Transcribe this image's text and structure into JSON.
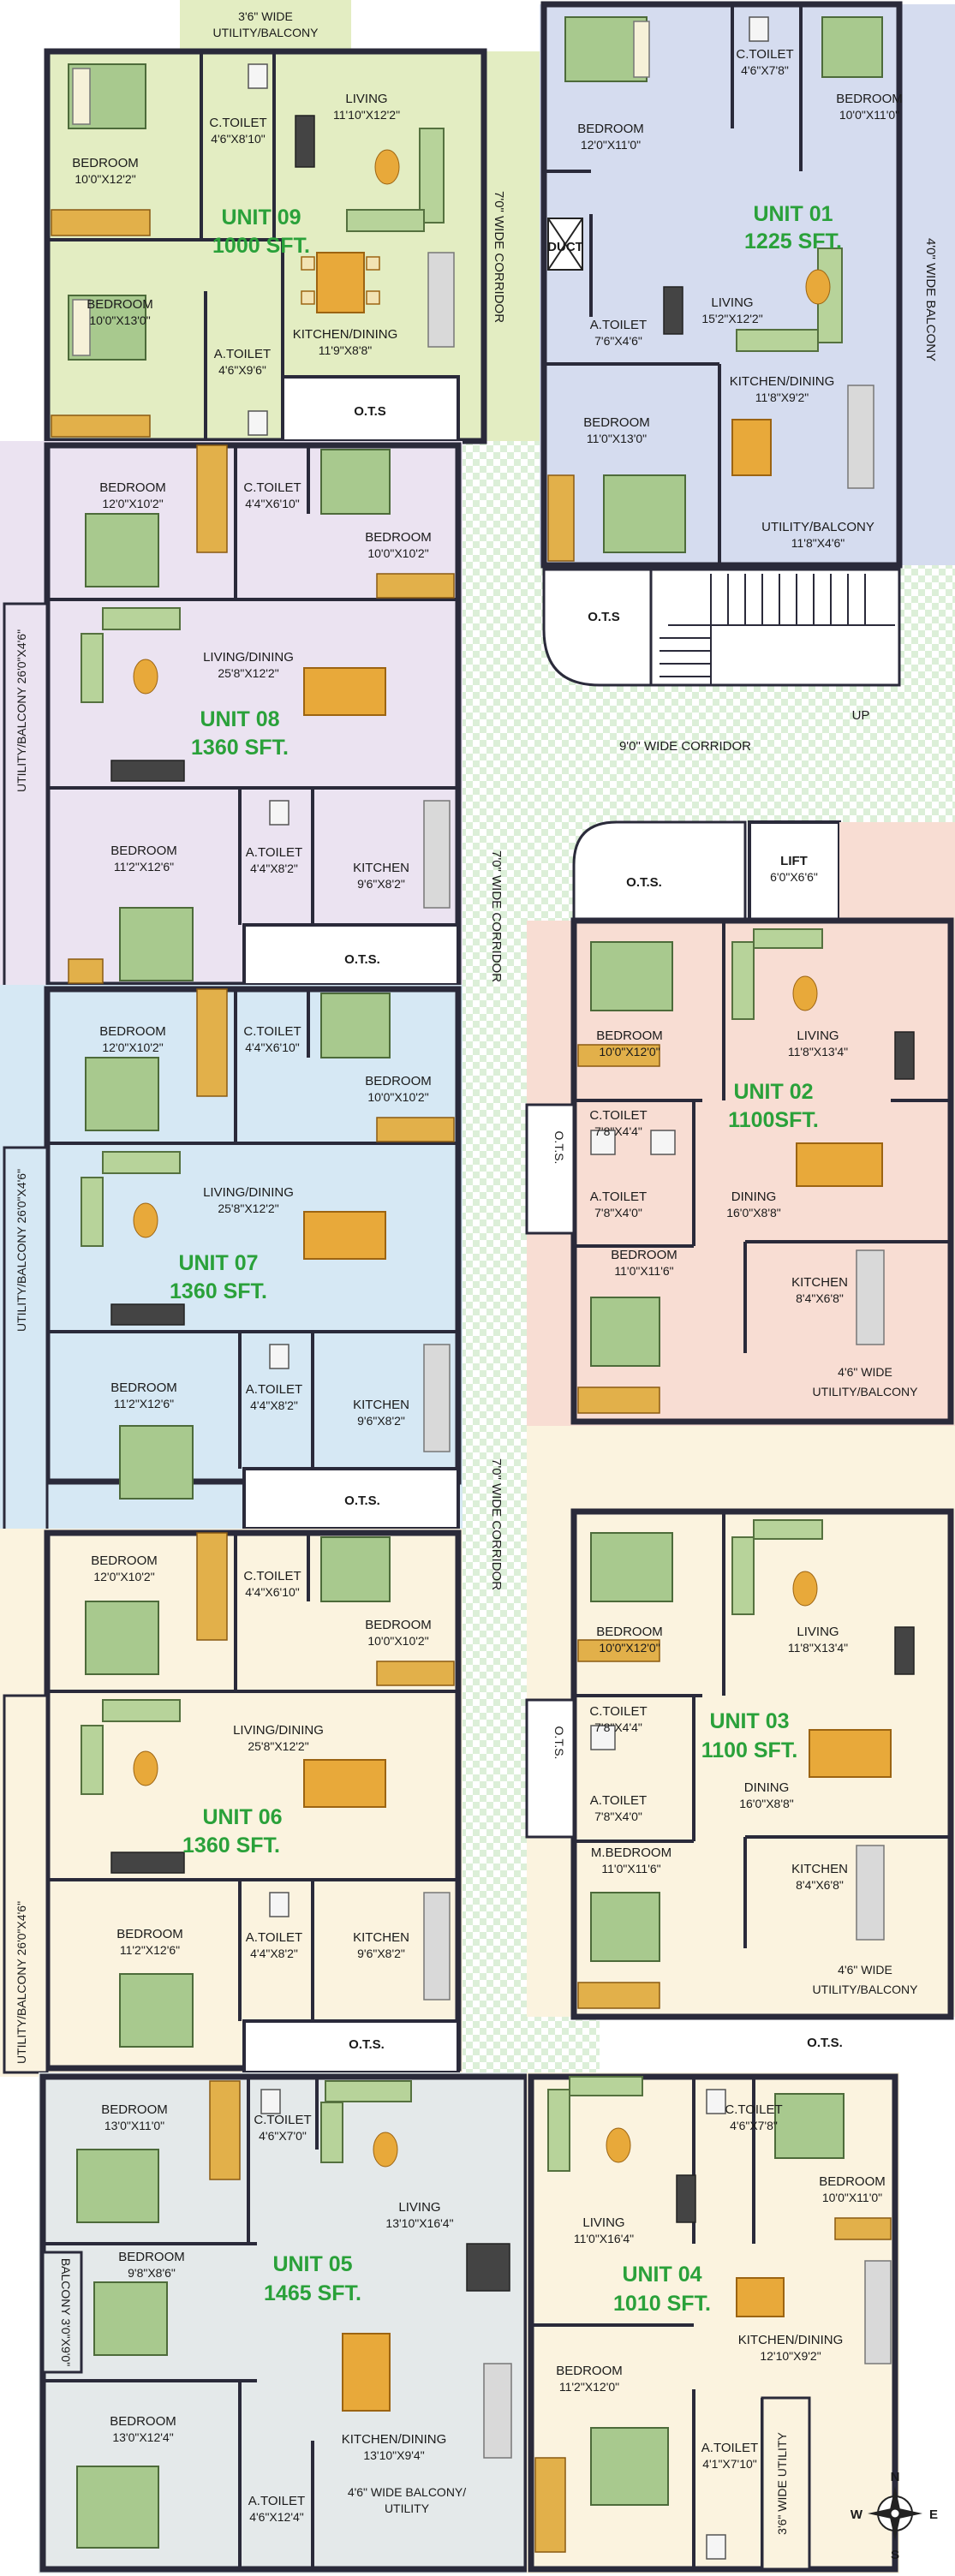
{
  "corridors": {
    "upper_right": "7'0\" WIDE CORRIDOR",
    "middle": "7'0\" WIDE CORRIDOR",
    "lower": "7'0\" WIDE CORRIDOR",
    "nine_ft": "9'0\" WIDE CORRIDOR",
    "up": "UP",
    "balcony_u01": "4'0\" WIDE BALCONY"
  },
  "compass": {
    "n": "N",
    "s": "S",
    "e": "E",
    "w": "W"
  },
  "units": {
    "u09": {
      "name": "UNIT 09",
      "area": "1000 SFT.",
      "color": "#e3edc2",
      "rooms": {
        "top_balcony": [
          "3'6\" WIDE",
          "UTILITY/BALCONY"
        ],
        "bedroom1": [
          "BEDROOM",
          "10'0\"X12'2\""
        ],
        "ctoilet": [
          "C.TOILET",
          "4'6\"X8'10\""
        ],
        "living": [
          "LIVING",
          "11'10\"X12'2\""
        ],
        "bedroom2": [
          "BEDROOM",
          "10'0\"X13'0\""
        ],
        "atoilet": [
          "A.TOILET",
          "4'6\"X9'6\""
        ],
        "kitchen": [
          "KITCHEN/DINING",
          "11'9\"X8'8\""
        ],
        "ots": "O.T.S"
      }
    },
    "u01": {
      "name": "UNIT 01",
      "area": "1225 SFT.",
      "color": "#d5dcef",
      "rooms": {
        "bedroom1": [
          "BEDROOM",
          "12'0\"X11'0\""
        ],
        "ctoilet": [
          "C.TOILET",
          "4'6\"X7'8\""
        ],
        "bedroom2": [
          "BEDROOM",
          "10'0\"X11'0\""
        ],
        "duct": "DUCT",
        "atoilet": [
          "A.TOILET",
          "7'6\"X4'6\""
        ],
        "living": [
          "LIVING",
          "15'2\"X12'2\""
        ],
        "kitchen": [
          "KITCHEN/DINING",
          "11'8\"X9'2\""
        ],
        "bedroom3": [
          "BEDROOM",
          "11'0\"X13'0\""
        ],
        "utility": [
          "UTILITY/BALCONY",
          "11'8\"X4'6\""
        ],
        "ots": "O.T.S"
      }
    },
    "u08": {
      "name": "UNIT 08",
      "area": "1360 SFT.",
      "color": "#ebe3f1",
      "rooms": {
        "bedroom1": [
          "BEDROOM",
          "12'0\"X10'2\""
        ],
        "ctoilet": [
          "C.TOILET",
          "4'4\"X6'10\""
        ],
        "bedroom2": [
          "BEDROOM",
          "10'0\"X10'2\""
        ],
        "living": [
          "LIVING/DINING",
          "25'8\"X12'2\""
        ],
        "utility": "UTILITY/BALCONY 26'0\"X4'6\"",
        "bedroom3": [
          "BEDROOM",
          "11'2\"X12'6\""
        ],
        "atoilet": [
          "A.TOILET",
          "4'4\"X8'2\""
        ],
        "kitchen": [
          "KITCHEN",
          "9'6\"X8'2\""
        ],
        "ots": "O.T.S."
      }
    },
    "u02": {
      "name": "UNIT 02",
      "area": "1100SFT.",
      "color": "#f8ddd3",
      "rooms": {
        "ots": "O.T.S.",
        "lift": [
          "LIFT",
          "6'0\"X6'6\""
        ],
        "bedroom1": [
          "BEDROOM",
          "10'0\"X12'0\""
        ],
        "living": [
          "LIVING",
          "11'8\"X13'4\""
        ],
        "ctoilet": [
          "C.TOILET",
          "7'8\"X4'4\""
        ],
        "ots_side": "O.T.S.",
        "atoilet": [
          "A.TOILET",
          "7'8\"X4'0\""
        ],
        "dining": [
          "DINING",
          "16'0\"X8'8\""
        ],
        "bedroom2": [
          "BEDROOM",
          "11'0\"X11'6\""
        ],
        "kitchen": [
          "KITCHEN",
          "8'4\"X6'8\""
        ],
        "utility": [
          "4'6\" WIDE",
          "UTILITY/BALCONY"
        ]
      }
    },
    "u07": {
      "name": "UNIT 07",
      "area": "1360 SFT.",
      "color": "#d6e8f4",
      "rooms": {
        "bedroom1": [
          "BEDROOM",
          "12'0\"X10'2\""
        ],
        "ctoilet": [
          "C.TOILET",
          "4'4\"X6'10\""
        ],
        "bedroom2": [
          "BEDROOM",
          "10'0\"X10'2\""
        ],
        "living": [
          "LIVING/DINING",
          "25'8\"X12'2\""
        ],
        "utility": "UTILITY/BALCONY 26'0\"X4'6\"",
        "bedroom3": [
          "BEDROOM",
          "11'2\"X12'6\""
        ],
        "atoilet": [
          "A.TOILET",
          "4'4\"X8'2\""
        ],
        "kitchen": [
          "KITCHEN",
          "9'6\"X8'2\""
        ],
        "ots": "O.T.S."
      }
    },
    "u03": {
      "name": "UNIT 03",
      "area": "1100 SFT.",
      "color": "#fbf3df",
      "rooms": {
        "bedroom1": [
          "BEDROOM",
          "10'0\"X12'0\""
        ],
        "living": [
          "LIVING",
          "11'8\"X13'4\""
        ],
        "ctoilet": [
          "C.TOILET",
          "7'8\"X4'4\""
        ],
        "ots_side": "O.T.S.",
        "atoilet": [
          "A.TOILET",
          "7'8\"X4'0\""
        ],
        "dining": [
          "DINING",
          "16'0\"X8'8\""
        ],
        "bedroom2": [
          "M.BEDROOM",
          "11'0\"X11'6\""
        ],
        "kitchen": [
          "KITCHEN",
          "8'4\"X6'8\""
        ],
        "utility": [
          "4'6\" WIDE",
          "UTILITY/BALCONY"
        ],
        "ots": "O.T.S."
      }
    },
    "u06": {
      "name": "UNIT 06",
      "area": "1360 SFT.",
      "color": "#fbf3df",
      "rooms": {
        "bedroom1": [
          "BEDROOM",
          "12'0\"X10'2\""
        ],
        "ctoilet": [
          "C.TOILET",
          "4'4\"X6'10\""
        ],
        "bedroom2": [
          "BEDROOM",
          "10'0\"X10'2\""
        ],
        "living": [
          "LIVING/DINING",
          "25'8\"X12'2\""
        ],
        "utility": "UTILITY/BALCONY 26'0\"X4'6\"",
        "bedroom3": [
          "BEDROOM",
          "11'2\"X12'6\""
        ],
        "atoilet": [
          "A.TOILET",
          "4'4\"X8'2\""
        ],
        "kitchen": [
          "KITCHEN",
          "9'6\"X8'2\""
        ],
        "ots": "O.T.S."
      }
    },
    "u05": {
      "name": "UNIT 05",
      "area": "1465 SFT.",
      "color": "#e4e9ea",
      "rooms": {
        "bedroom1": [
          "BEDROOM",
          "13'0\"X11'0\""
        ],
        "ctoilet": [
          "C.TOILET",
          "4'6\"X7'0\""
        ],
        "living": [
          "LIVING",
          "13'10\"X16'4\""
        ],
        "bedroom2": [
          "BEDROOM",
          "9'8\"X8'6\""
        ],
        "balcony": "BALCONY 3'0\"X9'0\"",
        "bedroom3": [
          "BEDROOM",
          "13'0\"X12'4\""
        ],
        "kitchen": [
          "KITCHEN/DINING",
          "13'10\"X9'4\""
        ],
        "atoilet": [
          "A.TOILET",
          "4'6\"X12'4\""
        ],
        "utility": [
          "4'6\" WIDE BALCONY/",
          "UTILITY"
        ]
      }
    },
    "u04": {
      "name": "UNIT 04",
      "area": "1010 SFT.",
      "color": "#fbf3df",
      "rooms": {
        "ctoilet": [
          "C.TOILET",
          "4'6\"X7'8\""
        ],
        "bedroom1": [
          "BEDROOM",
          "10'0\"X11'0\""
        ],
        "living": [
          "LIVING",
          "11'0\"X16'4\""
        ],
        "kitchen": [
          "KITCHEN/DINING",
          "12'10\"X9'2\""
        ],
        "bedroom2": [
          "BEDROOM",
          "11'2\"X12'0\""
        ],
        "atoilet": [
          "A.TOILET",
          "4'1\"X7'10\""
        ],
        "utility": "3'6\" WIDE UTILITY"
      }
    }
  },
  "colors": {
    "unit_label": "#2aa13a",
    "wall": "#2a2a3a",
    "corridor": "#eef6ea"
  }
}
